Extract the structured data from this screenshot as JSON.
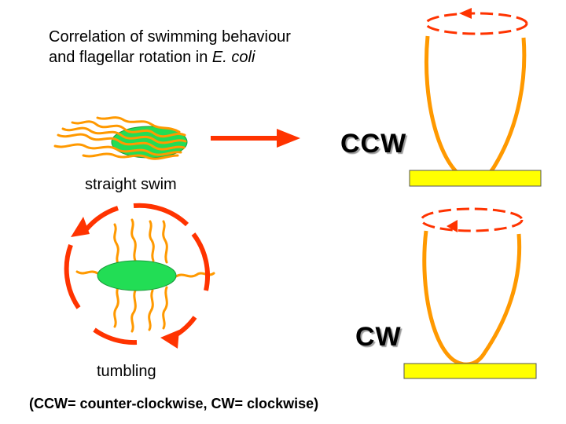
{
  "title": {
    "line1": "Correlation of swimming behaviour",
    "line2_prefix": "and flagellar rotation in ",
    "line2_species": "E. coli"
  },
  "labels": {
    "straight_swim": "straight swim",
    "tumbling": "tumbling",
    "ccw": "CCW",
    "cw": "CW"
  },
  "footnote": "(CCW= counter-clockwise, CW= clockwise)",
  "colors": {
    "cell_body": "#22dd55",
    "flagella": "#ff9900",
    "arrow": "#ff3300",
    "motor_base": "#ffff00",
    "text": "#000000"
  }
}
